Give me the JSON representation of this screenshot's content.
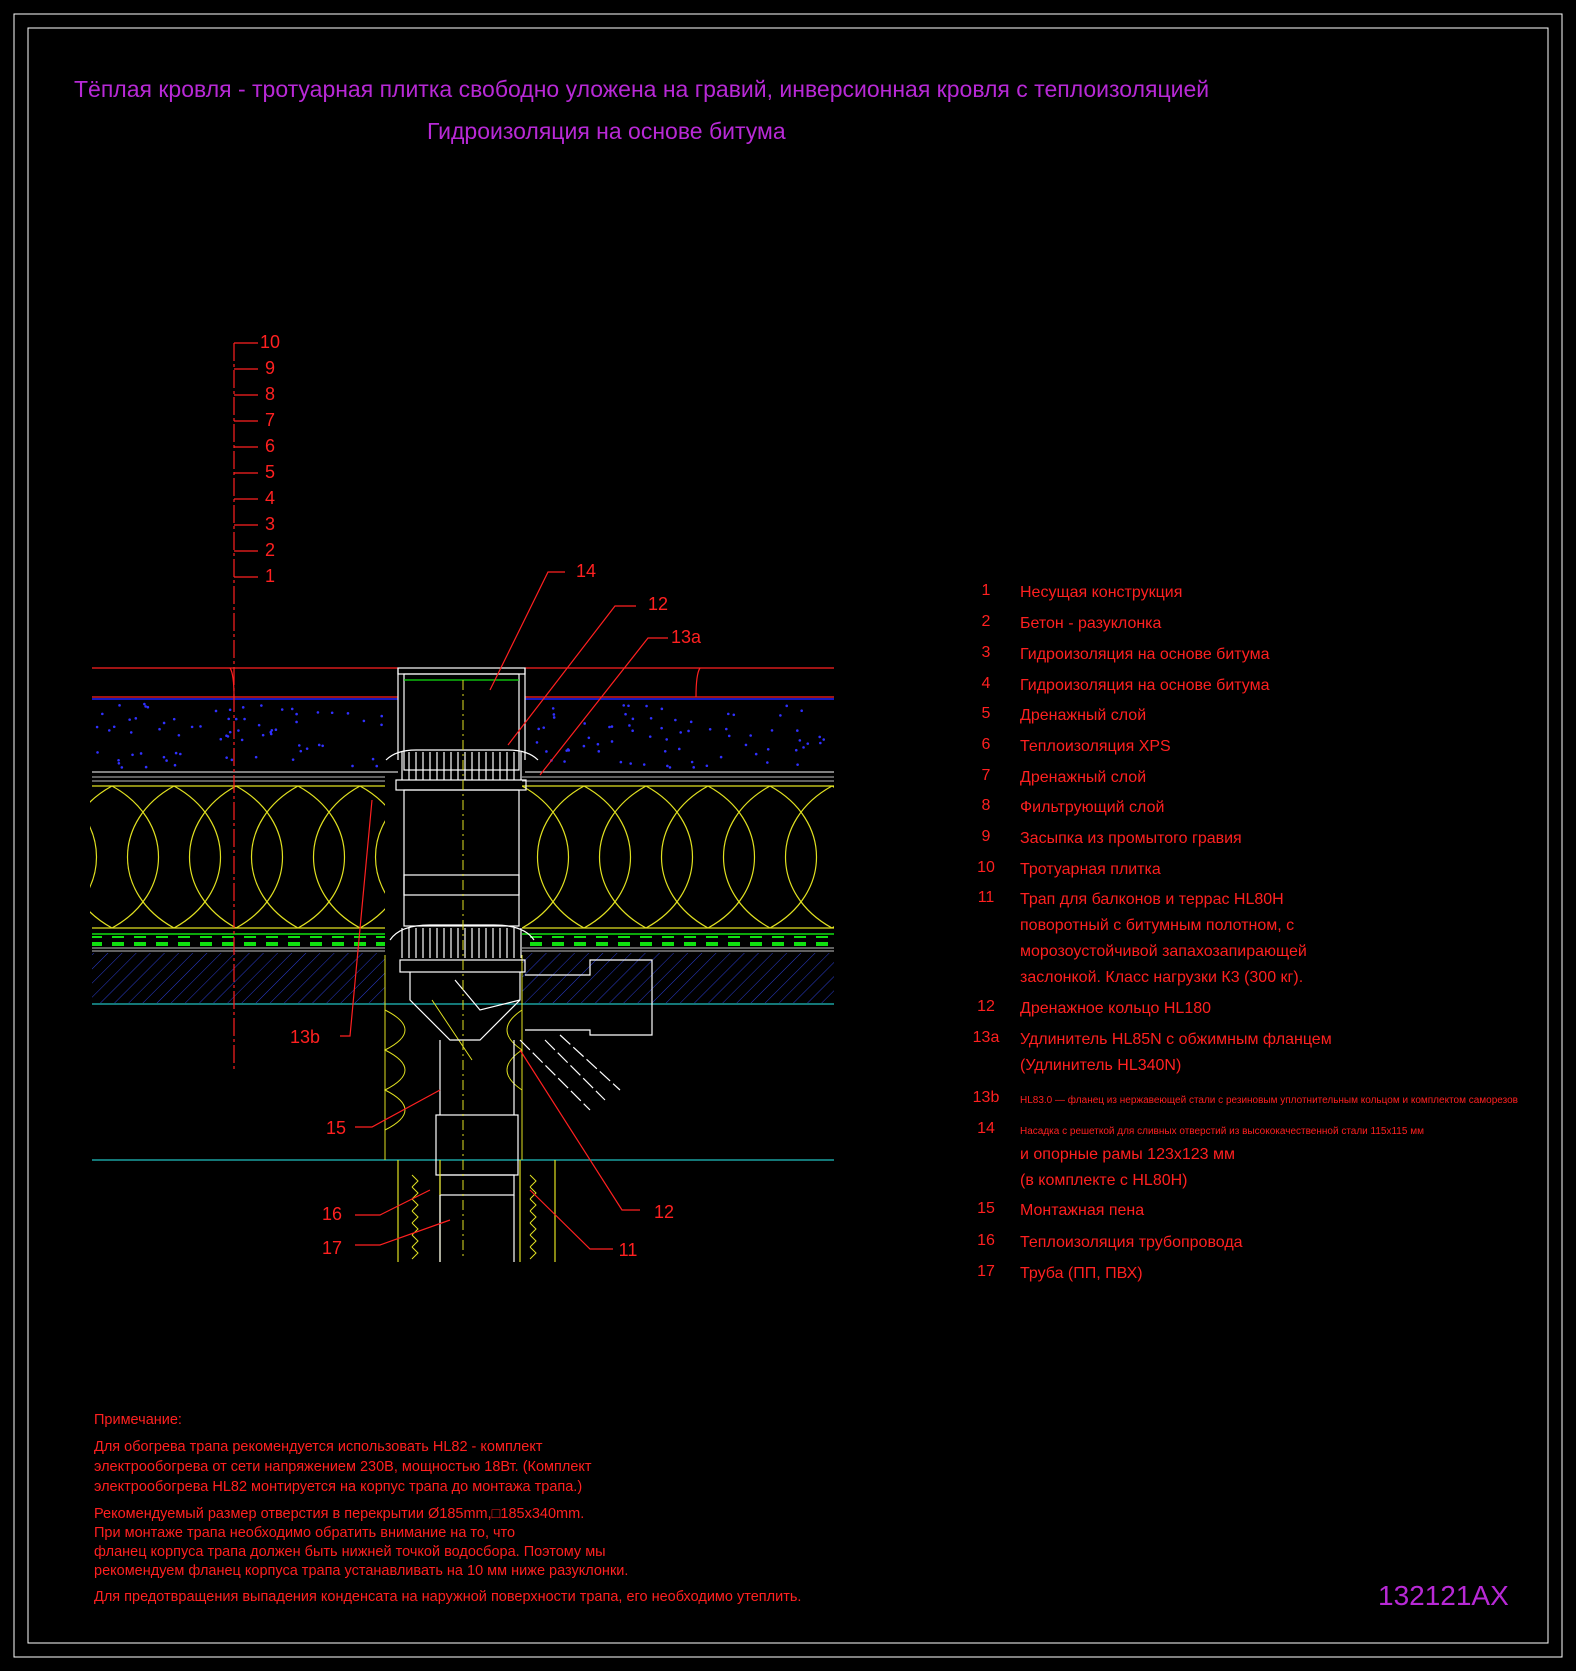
{
  "title": {
    "line1": "Тёплая кровля - тротуарная плитка свободно уложена на гравий, инверсионная кровля с теплоизоляцией",
    "line2": "Гидроизоляция на основе битума"
  },
  "layer_scale": [
    "10",
    "9",
    "8",
    "7",
    "6",
    "5",
    "4",
    "3",
    "2",
    "1"
  ],
  "callouts": {
    "c14": "14",
    "c12top": "12",
    "c13a": "13a",
    "c13b": "13b",
    "c15": "15",
    "c16": "16",
    "c17": "17",
    "c12bottom": "12",
    "c11": "11"
  },
  "legend": [
    {
      "num": "1",
      "lines": [
        "Несущая конструкция"
      ]
    },
    {
      "num": "2",
      "lines": [
        "Бетон - разуклонка"
      ]
    },
    {
      "num": "3",
      "lines": [
        "Гидроизоляция на основе битума"
      ]
    },
    {
      "num": "4",
      "lines": [
        "Гидроизоляция на основе битума"
      ]
    },
    {
      "num": "5",
      "lines": [
        "Дренажный слой"
      ]
    },
    {
      "num": "6",
      "lines": [
        "Теплоизоляция XPS"
      ]
    },
    {
      "num": "7",
      "lines": [
        "Дренажный слой"
      ]
    },
    {
      "num": "8",
      "lines": [
        "Фильтрующий слой"
      ]
    },
    {
      "num": "9",
      "lines": [
        "Засыпка из промытого гравия"
      ]
    },
    {
      "num": "10",
      "lines": [
        "Тротуарная плитка"
      ]
    },
    {
      "num": "11",
      "lines": [
        "Трап для балконов и террас HL80H",
        "поворотный  с битумным полотном, с",
        "морозоустойчивой запахозапирающей",
        "заслонкой. Класс нагрузки К3 (300 кг)."
      ]
    },
    {
      "num": "12",
      "lines": [
        "Дренажное кольцо HL180"
      ]
    },
    {
      "num": "13a",
      "lines": [
        "Удлинитель HL85N с обжимным фланцем",
        "(Удлинитель HL340N)"
      ]
    },
    {
      "num": "13b",
      "lines": [
        "HL83.0 — фланец из нержавеющей стали с резиновым уплотнительным кольцом и комплектом саморезов"
      ]
    },
    {
      "num": "14",
      "lines": [
        "Насадка с решеткой для сливных отверстий из высококачественной стали 115х115 мм",
        "и опорные рамы 123х123 мм",
        "(в комплекте с HL80H)"
      ]
    },
    {
      "num": "15",
      "lines": [
        "Монтажная пена"
      ]
    },
    {
      "num": "16",
      "lines": [
        "Теплоизоляция трубопровода"
      ]
    },
    {
      "num": "17",
      "lines": [
        "Труба (ПП, ПВХ)"
      ]
    }
  ],
  "notes": {
    "heading": "Примечание:",
    "p1": [
      "Для обогрева трапа рекомендуется использовать HL82 - комплект",
      "электрообогрева от сети напряжением 230В, мощностью 18Вт. (Комплект",
      "электрообогрева HL82 монтируется на корпус трапа до монтажа трапа.)"
    ],
    "p2": [
      "Рекомендуемый размер отверстия в перекрытии Ø185mm,□185x340mm.",
      "При монтаже трапа необходимо обратить внимание на то, что",
      "фланец корпуса трапа должен быть нижней точкой водосбора. Поэтому мы",
      "рекомендуем фланец корпуса трапа устанавливать на 10 мм ниже разуклонки."
    ],
    "p3": [
      "Для предотвращения выпадения конденсата на наружной поверхности трапа, его необходимо утеплить."
    ]
  },
  "drawing_code": "132121AX",
  "colors": {
    "background": "#000000",
    "title": "#b829d6",
    "annotation": "#ff2020",
    "frame": "#ffffff",
    "insulation": "#e0e020",
    "gravel": "#2020ff",
    "drainage": "#10e010",
    "screed": "#2a3ccc",
    "slab_line": "#20c0c0"
  }
}
